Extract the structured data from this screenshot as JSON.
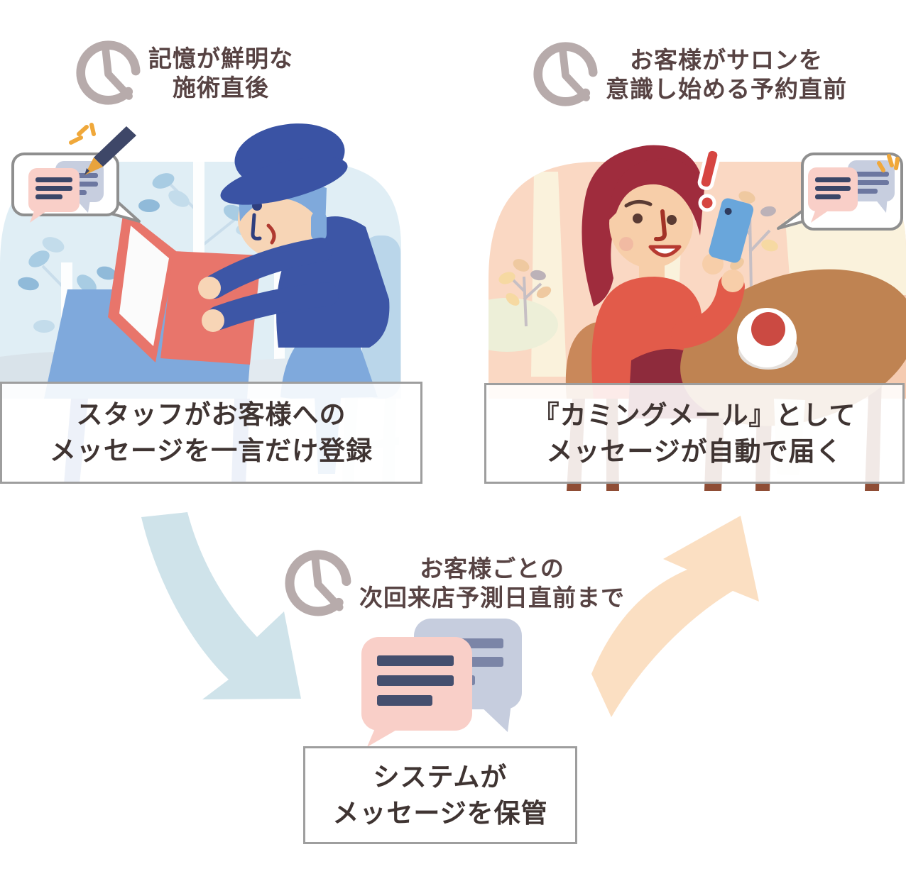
{
  "diagram_title_implicit": "salon coming-mail message flow",
  "palette": {
    "background": "#ffffff",
    "timing_text": "#574343",
    "caption_text": "#3f3432",
    "clock_icon": "#b7abab",
    "box_border": "#9e9e9e",
    "arrow_blue": "#cfe3ea",
    "arrow_peach": "#fbdfc2",
    "bubble_pink": "#f9cfc8",
    "bubble_blue_gray": "#c7cedf",
    "bubble_line_navy": "#3d4768",
    "bubble_line_gray": "#6c77a0",
    "accent_red": "#d64541",
    "sparkle_gold": "#f0a83a"
  },
  "steps": [
    {
      "name": "staff-registers-message",
      "timing": {
        "line1": "記憶が鮮明な",
        "line2": "施術直後"
      },
      "caption": {
        "line1": "スタッフがお客様への",
        "line2": "メッセージを一言だけ登録"
      },
      "scene": "staff in blue hat typing a short message on a coral laptop at a blue desk"
    },
    {
      "name": "system-stores-message",
      "timing": {
        "line1": "お客様ごとの",
        "line2": "次回来店予測日直前まで"
      },
      "caption": {
        "line1": "システムが",
        "line2": "メッセージを保管"
      },
      "scene": "pink and blue-gray chat bubbles representing stored messages"
    },
    {
      "name": "message-auto-delivered",
      "timing": {
        "line1": "お客様がサロンを",
        "line2": "意識し始める予約直前"
      },
      "caption": {
        "line1": "『カミングメール』として",
        "line2": "メッセージが自動で届く"
      },
      "scene": "customer at a cafe table reading the message on a blue smartphone"
    }
  ],
  "icons": {
    "clock": "clock-icon",
    "pencil": "pencil-icon",
    "sparkle": "sparkle-icon",
    "chat": "chat-bubbles-icon",
    "exclamation": "exclamation-icon",
    "arrow_down": "curved-arrow-down-icon",
    "arrow_up": "curved-arrow-up-icon"
  }
}
